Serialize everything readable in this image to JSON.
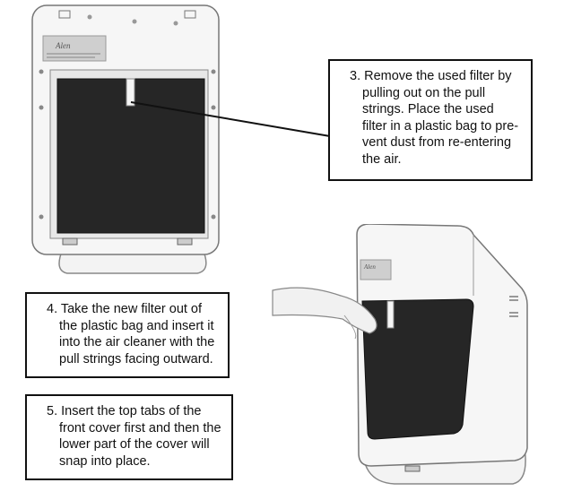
{
  "unit_top": {
    "brand_logo": "Alen"
  },
  "callouts": {
    "step3": {
      "text": "3. Remove the used filter by pulling out on the pull strings. Place the used filter in a plastic bag to pre- vent dust from re-entering the air."
    },
    "step4": {
      "text": "4. Take the new filter out of the plastic bag and insert it into the air cleaner with the pull strings facing outward."
    },
    "step5": {
      "text": "5. Insert the top tabs of the front cover first and then the lower part of the cover will snap into place."
    }
  },
  "unit_bottom": {
    "brand_logo": "Alen"
  }
}
